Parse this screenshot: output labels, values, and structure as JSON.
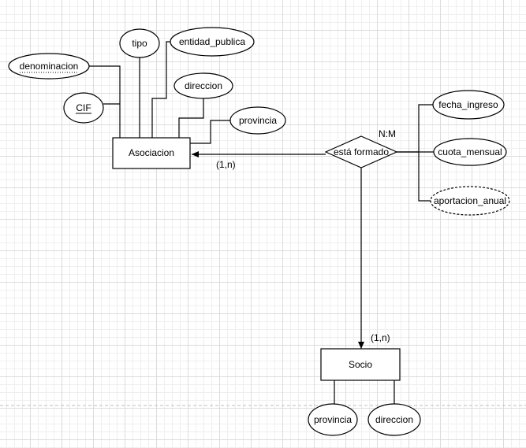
{
  "entities": {
    "asociacion": "Asociacion",
    "socio": "Socio"
  },
  "relationship": {
    "label": "está formado",
    "cardinality_type": "N:M",
    "card_asociacion": "(1,n)",
    "card_socio": "(1,n)"
  },
  "attributes": {
    "asociacion": {
      "denominacion": "denominacion",
      "cif": "CIF",
      "tipo": "tipo",
      "entidad_publica": "entidad_publica",
      "direccion": "direccion",
      "provincia": "provincia"
    },
    "relationship": {
      "fecha_ingreso": "fecha_ingreso",
      "cuota_mensual": "cuota_mensual",
      "aportacion_anual": "aportacion_anual"
    },
    "socio": {
      "provincia": "provincia",
      "direccion": "direccion"
    }
  }
}
